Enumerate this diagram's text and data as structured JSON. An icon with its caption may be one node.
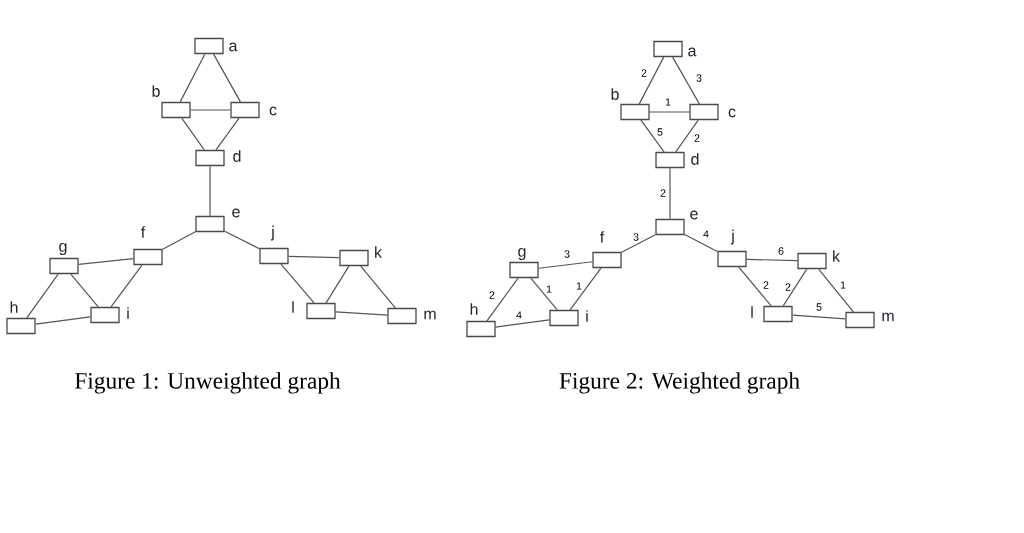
{
  "diagram": {
    "nodes": [
      {
        "text": [],
        "shape": "box",
        "beside": [
          "a"
        ]
      },
      {
        "text": [],
        "shape": "box",
        "beside": [
          "b"
        ]
      },
      {
        "text": [],
        "shape": "box",
        "beside": [
          "c"
        ]
      },
      {
        "text": [],
        "shape": "box",
        "beside": [
          "d"
        ]
      },
      {
        "text": [],
        "shape": "box",
        "beside": [
          "e"
        ]
      },
      {
        "text": [],
        "shape": "box",
        "beside": [
          "f"
        ]
      },
      {
        "text": [],
        "shape": "box",
        "beside": [
          "g"
        ]
      },
      {
        "text": [],
        "shape": "box",
        "beside": [
          "h"
        ]
      },
      {
        "text": [],
        "shape": "box",
        "beside": [
          "i"
        ]
      },
      {
        "text": [],
        "shape": "box",
        "beside": [
          "j"
        ]
      },
      {
        "text": [],
        "shape": "box",
        "beside": [
          "k"
        ]
      },
      {
        "text": [],
        "shape": "box",
        "beside": [
          "l"
        ]
      },
      {
        "text": [],
        "shape": "box",
        "beside": [
          "m"
        ]
      },
      {
        "text": [],
        "shape": "box",
        "beside": [
          "a"
        ]
      },
      {
        "text": [],
        "shape": "box",
        "beside": [
          "b"
        ]
      },
      {
        "text": [],
        "shape": "box",
        "beside": [
          "c"
        ]
      },
      {
        "text": [],
        "shape": "box",
        "beside": [
          "d"
        ]
      },
      {
        "text": [],
        "shape": "box",
        "beside": [
          "e"
        ]
      },
      {
        "text": [],
        "shape": "box",
        "beside": [
          "f"
        ]
      },
      {
        "text": [],
        "shape": "box",
        "beside": [
          "g"
        ]
      },
      {
        "text": [],
        "shape": "box",
        "beside": [
          "h"
        ]
      },
      {
        "text": [],
        "shape": "box",
        "beside": [
          "i"
        ]
      },
      {
        "text": [],
        "shape": "box",
        "beside": [
          "j"
        ]
      },
      {
        "text": [],
        "shape": "box",
        "beside": [
          "k"
        ]
      },
      {
        "text": [],
        "shape": "box",
        "beside": [
          "l"
        ]
      },
      {
        "text": [],
        "shape": "box",
        "beside": [
          "m"
        ]
      }
    ],
    "edges": [
      {
        "from": 0,
        "to": 1,
        "arrow": "none"
      },
      {
        "from": 0,
        "to": 2,
        "arrow": "none"
      },
      {
        "from": 1,
        "to": 2,
        "arrow": "none"
      },
      {
        "from": 1,
        "to": 3,
        "arrow": "none"
      },
      {
        "from": 2,
        "to": 3,
        "arrow": "none"
      },
      {
        "from": 3,
        "to": 4,
        "arrow": "none"
      },
      {
        "from": 4,
        "to": 5,
        "arrow": "none"
      },
      {
        "from": 4,
        "to": 9,
        "arrow": "none"
      },
      {
        "from": 5,
        "to": 6,
        "arrow": "none"
      },
      {
        "from": 5,
        "to": 8,
        "arrow": "none"
      },
      {
        "from": 6,
        "to": 7,
        "arrow": "none"
      },
      {
        "from": 6,
        "to": 8,
        "arrow": "none"
      },
      {
        "from": 7,
        "to": 8,
        "arrow": "none"
      },
      {
        "from": 9,
        "to": 10,
        "arrow": "none"
      },
      {
        "from": 9,
        "to": 11,
        "arrow": "none"
      },
      {
        "from": 10,
        "to": 11,
        "arrow": "none"
      },
      {
        "from": 10,
        "to": 12,
        "arrow": "none"
      },
      {
        "from": 11,
        "to": 12,
        "arrow": "none"
      },
      {
        "from": 13,
        "to": 14,
        "arrow": "none",
        "label": "2"
      },
      {
        "from": 13,
        "to": 15,
        "arrow": "none",
        "label": "3"
      },
      {
        "from": 14,
        "to": 15,
        "arrow": "none",
        "label": "1"
      },
      {
        "from": 14,
        "to": 16,
        "arrow": "none",
        "label": "5"
      },
      {
        "from": 15,
        "to": 16,
        "arrow": "none",
        "label": "2"
      },
      {
        "from": 16,
        "to": 17,
        "arrow": "none",
        "label": "2"
      },
      {
        "from": 17,
        "to": 18,
        "arrow": "none",
        "label": "3"
      },
      {
        "from": 17,
        "to": 22,
        "arrow": "none",
        "label": "4"
      },
      {
        "from": 18,
        "to": 19,
        "arrow": "none",
        "label": "3"
      },
      {
        "from": 18,
        "to": 21,
        "arrow": "none",
        "label": "1"
      },
      {
        "from": 19,
        "to": 20,
        "arrow": "none",
        "label": "2"
      },
      {
        "from": 19,
        "to": 21,
        "arrow": "none",
        "label": "1"
      },
      {
        "from": 20,
        "to": 21,
        "arrow": "none",
        "label": "4"
      },
      {
        "from": 22,
        "to": 23,
        "arrow": "none",
        "label": "6"
      },
      {
        "from": 22,
        "to": 24,
        "arrow": "none",
        "label": "2"
      },
      {
        "from": 23,
        "to": 24,
        "arrow": "none",
        "label": "2"
      },
      {
        "from": 23,
        "to": 25,
        "arrow": "none",
        "label": "1"
      },
      {
        "from": 24,
        "to": 25,
        "arrow": "none",
        "label": "5"
      }
    ],
    "labels": [
      "Figure 1: Unweighted graph",
      "Figure 2: Weighted graph"
    ]
  }
}
